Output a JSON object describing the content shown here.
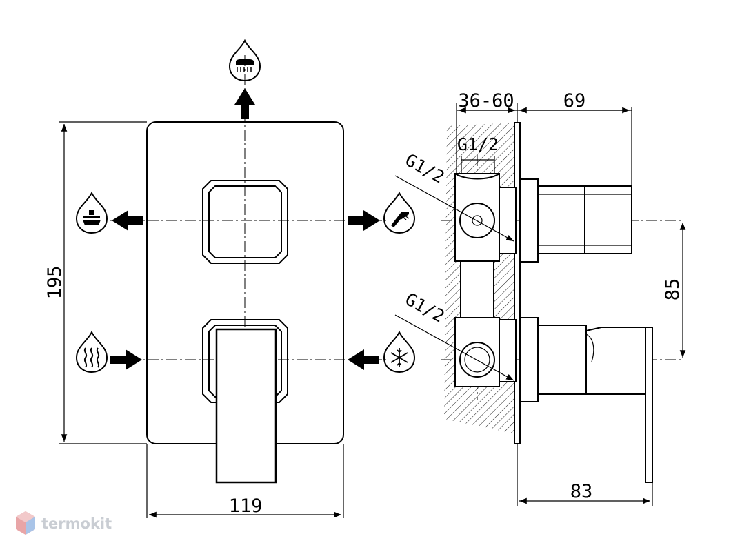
{
  "front_view": {
    "width_label": "119",
    "height_label": "195",
    "icons": {
      "top": "overhead-shower-icon",
      "left": "bath-spout-icon",
      "right": "hand-shower-icon",
      "bottom_left": "hot-water-icon",
      "bottom_right": "cold-water-icon"
    }
  },
  "side_view": {
    "depth_range_label": "36-60",
    "trim_depth_label": "69",
    "thread_top_label": "G1/2",
    "thread_upper_label": "G1/2",
    "thread_lower_label": "G1/2",
    "center_distance_label": "85",
    "lever_depth_label": "83"
  },
  "watermark": {
    "brand": "termokit"
  }
}
